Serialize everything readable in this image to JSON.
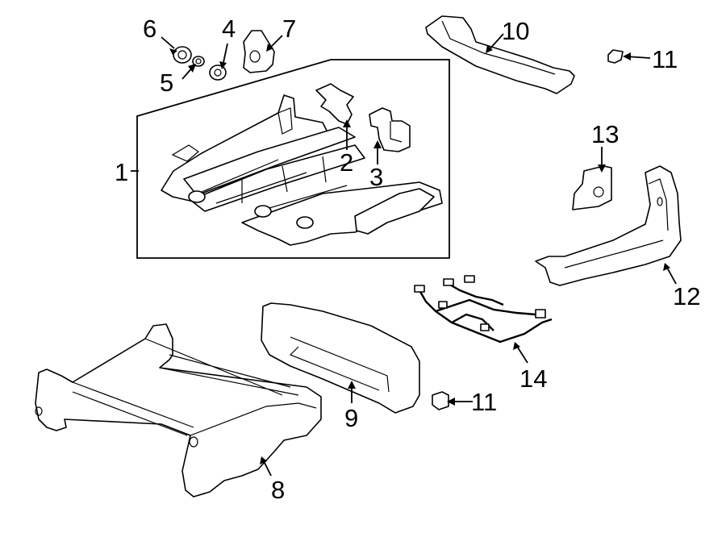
{
  "callouts": [
    {
      "id": "c1",
      "text": "1"
    },
    {
      "id": "c2",
      "text": "2"
    },
    {
      "id": "c3",
      "text": "3"
    },
    {
      "id": "c4",
      "text": "4"
    },
    {
      "id": "c5",
      "text": "5"
    },
    {
      "id": "c6",
      "text": "6"
    },
    {
      "id": "c7",
      "text": "7"
    },
    {
      "id": "c8",
      "text": "8"
    },
    {
      "id": "c9",
      "text": "9"
    },
    {
      "id": "c10",
      "text": "10"
    },
    {
      "id": "c11a",
      "text": "11"
    },
    {
      "id": "c11b",
      "text": "11"
    },
    {
      "id": "c12",
      "text": "12"
    },
    {
      "id": "c13",
      "text": "13"
    },
    {
      "id": "c14",
      "text": "14"
    }
  ]
}
